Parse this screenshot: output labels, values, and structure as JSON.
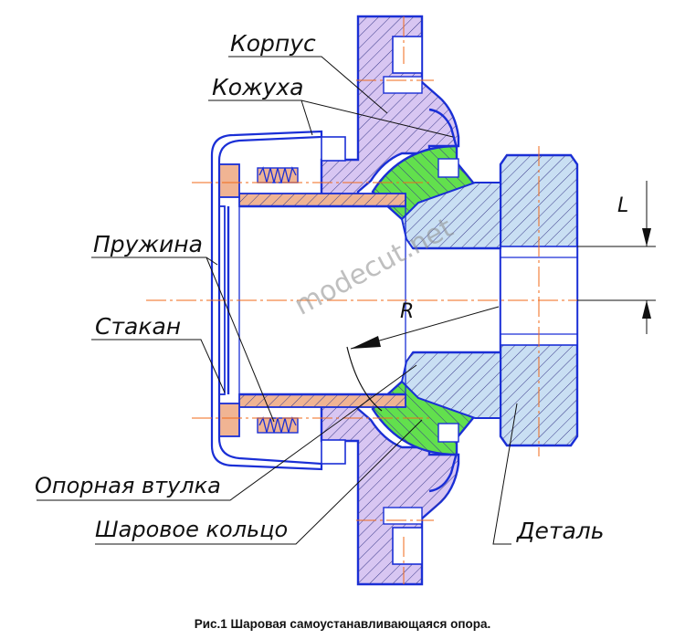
{
  "labels": {
    "korpus": "Корпус",
    "kozhukha": "Кожуха",
    "pruzhina": "Пружина",
    "stakan": "Стакан",
    "opornaya_vtulka": "Опорная втулка",
    "sharovoe_koltso": "Шаровое кольцо",
    "detal": "Деталь"
  },
  "dimensions": {
    "l": "L",
    "r": "R"
  },
  "watermark": "modecut.net",
  "caption": "Рис.1 Шаровая самоустанавливающаяся  опора.",
  "colors": {
    "outline": "#1a2fd6",
    "housing": "#d8c6f2",
    "ball_ring": "#62e04d",
    "sleeve": "#f0b493",
    "part": "#c9dff3",
    "axis": "#f06a1a",
    "hatch": "#3a3a8a"
  }
}
